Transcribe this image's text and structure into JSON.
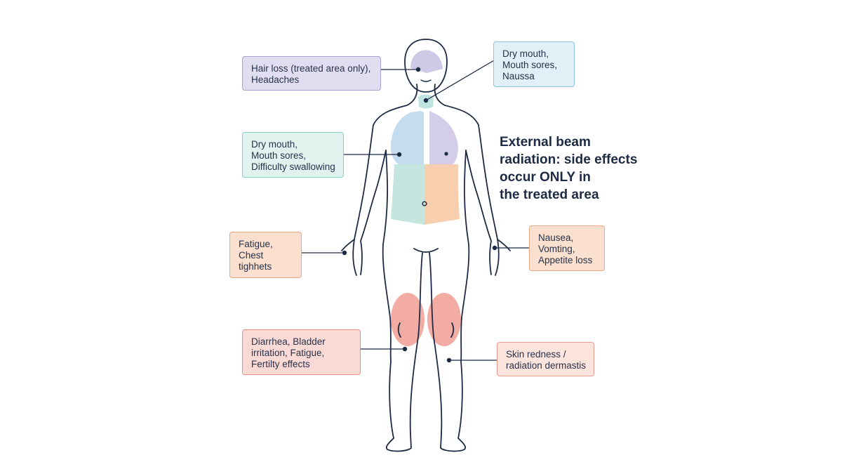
{
  "headline": {
    "lines": [
      "External beam",
      "radiation: side effects",
      "occur ONLY in",
      "the treated area"
    ]
  },
  "callouts": {
    "head": {
      "lines": [
        "Hair loss (treated area only),",
        "Headaches"
      ]
    },
    "neck": {
      "lines": [
        "Dry mouth,",
        "Mouth sores,",
        "Naussa"
      ]
    },
    "chest": {
      "lines": [
        "Dry mouth,",
        "Mouth sores,",
        "Difficulty swallowing"
      ]
    },
    "left_hand": {
      "lines": [
        "Fatigue,",
        "Chest",
        "tighhets"
      ]
    },
    "right_hand": {
      "lines": [
        "Nausea,",
        "Vomting,",
        "Appetite loss"
      ]
    },
    "left_knee": {
      "lines": [
        "Diarrhea, Bladder",
        "irritation, Fatigue,",
        "Fertilty effects"
      ]
    },
    "right_shin": {
      "lines": [
        "Skin redness /",
        "radiation dermastis"
      ]
    }
  },
  "colors": {
    "outline": "#1d2a44",
    "head_region": "#cfc8e6",
    "throat_region": "#bfe3e0",
    "lung_left": "#c3dcef",
    "lung_right": "#d4cdea",
    "abdomen_left": "#c5e6df",
    "abdomen_right": "#f8cfae",
    "knee_region": "#f2aca3"
  }
}
